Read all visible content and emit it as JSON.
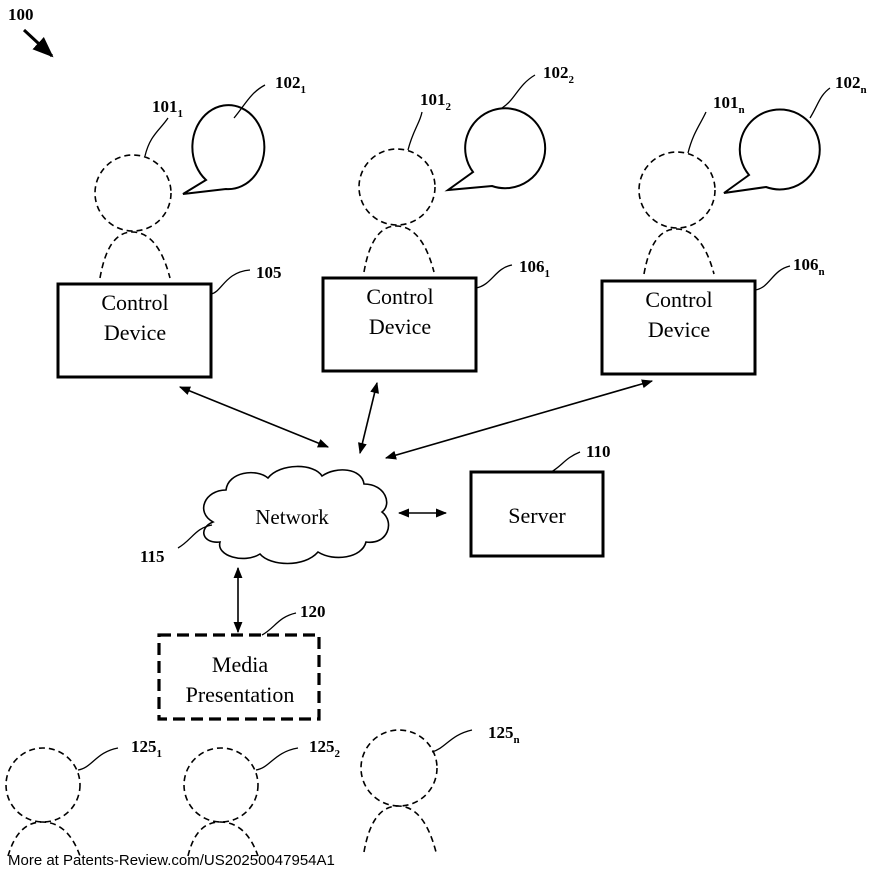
{
  "figure": {
    "ref_main": "100",
    "people_top": [
      {
        "ref": "101",
        "sub": "1",
        "bubble_ref": "102",
        "bubble_sub": "1"
      },
      {
        "ref": "101",
        "sub": "2",
        "bubble_ref": "102",
        "bubble_sub": "2"
      },
      {
        "ref": "101",
        "sub": "n",
        "bubble_ref": "102",
        "bubble_sub": "n"
      }
    ],
    "control_devices": [
      {
        "line1": "Control",
        "line2": "Device",
        "ref": "105",
        "sub": ""
      },
      {
        "line1": "Control",
        "line2": "Device",
        "ref": "106",
        "sub": "1"
      },
      {
        "line1": "Control",
        "line2": "Device",
        "ref": "106",
        "sub": "n"
      }
    ],
    "network": {
      "label": "Network",
      "ref": "115"
    },
    "server": {
      "label": "Server",
      "ref": "110"
    },
    "media": {
      "line1": "Media",
      "line2": "Presentation",
      "ref": "120"
    },
    "people_bottom": [
      {
        "ref": "125",
        "sub": "1"
      },
      {
        "ref": "125",
        "sub": "2"
      },
      {
        "ref": "125",
        "sub": "n"
      }
    ]
  },
  "footer": "More at Patents-Review.com/US20250047954A1"
}
